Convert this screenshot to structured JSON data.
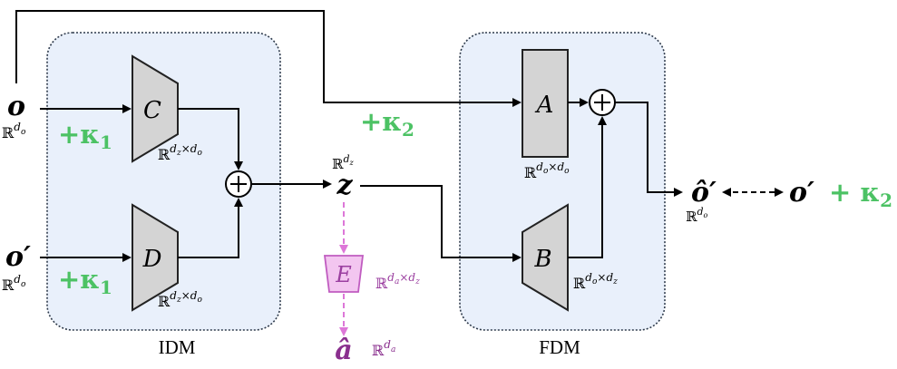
{
  "modules": {
    "idm": {
      "label": "IDM"
    },
    "fdm": {
      "label": "FDM"
    }
  },
  "blocks": {
    "c": "C",
    "d": "D",
    "a": "A",
    "b": "B",
    "e": "E"
  },
  "inputs": {
    "o": "o",
    "o_prime": "o′",
    "space_do": "ℝ",
    "space_do_sup": "d",
    "space_do_sub": "o"
  },
  "noise": {
    "plus_kappa1": "+κ",
    "kappa1_sub": "1",
    "plus_kappa2": "+κ",
    "kappa2_sub": "2"
  },
  "latent": {
    "z": "z",
    "space": "ℝ",
    "sup": "d",
    "sub": "z"
  },
  "dims": {
    "c": {
      "base": "ℝ",
      "a": "d",
      "a_sub": "z",
      "x": "×",
      "b": "d",
      "b_sub": "o"
    },
    "d": {
      "base": "ℝ",
      "a": "d",
      "a_sub": "z",
      "x": "×",
      "b": "d",
      "b_sub": "o"
    },
    "a": {
      "base": "ℝ",
      "a": "d",
      "a_sub": "o",
      "x": "×",
      "b": "d",
      "b_sub": "o"
    },
    "b": {
      "base": "ℝ",
      "a": "d",
      "a_sub": "o",
      "x": "×",
      "b": "d",
      "b_sub": "z"
    },
    "e": {
      "base": "ℝ",
      "a": "d",
      "a_sub": "a",
      "x": "×",
      "b": "d",
      "b_sub": "z"
    }
  },
  "outputs": {
    "o_hat_prime": "ô′",
    "o_hat_space": "ℝ",
    "o_hat_sup": "d",
    "o_hat_sub": "o",
    "target": "o′",
    "target_plus": "+ κ",
    "target_sub": "2",
    "a_hat": "â",
    "a_hat_space": "ℝ",
    "a_hat_sup": "d",
    "a_hat_sub": "a"
  },
  "operators": {
    "sum": "+"
  },
  "colors": {
    "module_fill": "#e9f0fb",
    "module_border": "#2f3b4c",
    "block_fill": "#d4d4d4",
    "noise_green": "#4cc264",
    "e_fill": "#f3c6f0",
    "e_border": "#c05cc0",
    "e_text": "#9b3fa0",
    "a_hat_color": "#8a2f8e",
    "dash_pink": "#dd77d8"
  }
}
